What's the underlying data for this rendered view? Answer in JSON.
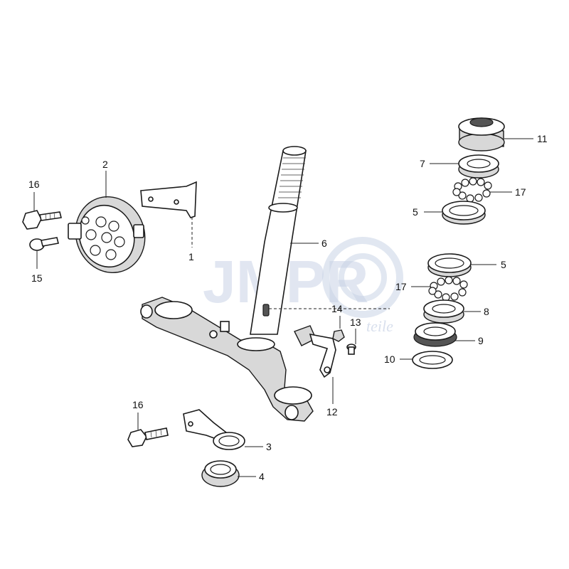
{
  "watermark": {
    "text": "JMPR",
    "sub": "teile"
  },
  "callouts": {
    "c1": "1",
    "c2": "2",
    "c3": "3",
    "c4": "4",
    "c5a": "5",
    "c5b": "5",
    "c6": "6",
    "c7": "7",
    "c8": "8",
    "c9": "9",
    "c10": "10",
    "c11": "11",
    "c12": "12",
    "c13": "13",
    "c14": "14",
    "c15": "15",
    "c16a": "16",
    "c16b": "16",
    "c17a": "17",
    "c17b": "17"
  }
}
